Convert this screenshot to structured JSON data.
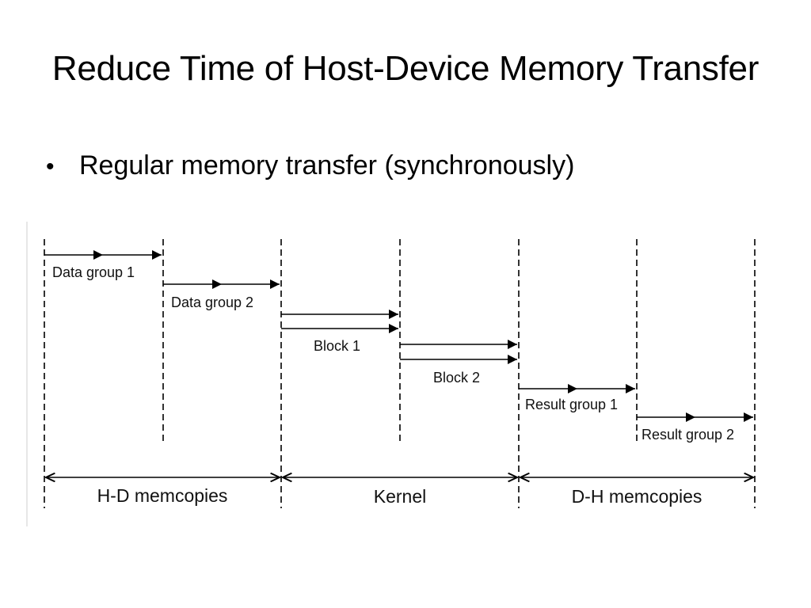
{
  "slide": {
    "title": "Reduce Time of Host-Device Memory Transfer",
    "bullet": "Regular memory transfer (synchronously)"
  },
  "diagram": {
    "transfers": [
      {
        "label": "Data group 1"
      },
      {
        "label": "Data group 2"
      },
      {
        "label": "Block 1"
      },
      {
        "label": "Block 2"
      },
      {
        "label": "Result group 1"
      },
      {
        "label": "Result group 2"
      }
    ],
    "phases": [
      {
        "label": "H-D memcopies"
      },
      {
        "label": "Kernel"
      },
      {
        "label": "D-H memcopies"
      }
    ],
    "colors": {
      "stroke": "#000000",
      "text": "#111111"
    }
  }
}
